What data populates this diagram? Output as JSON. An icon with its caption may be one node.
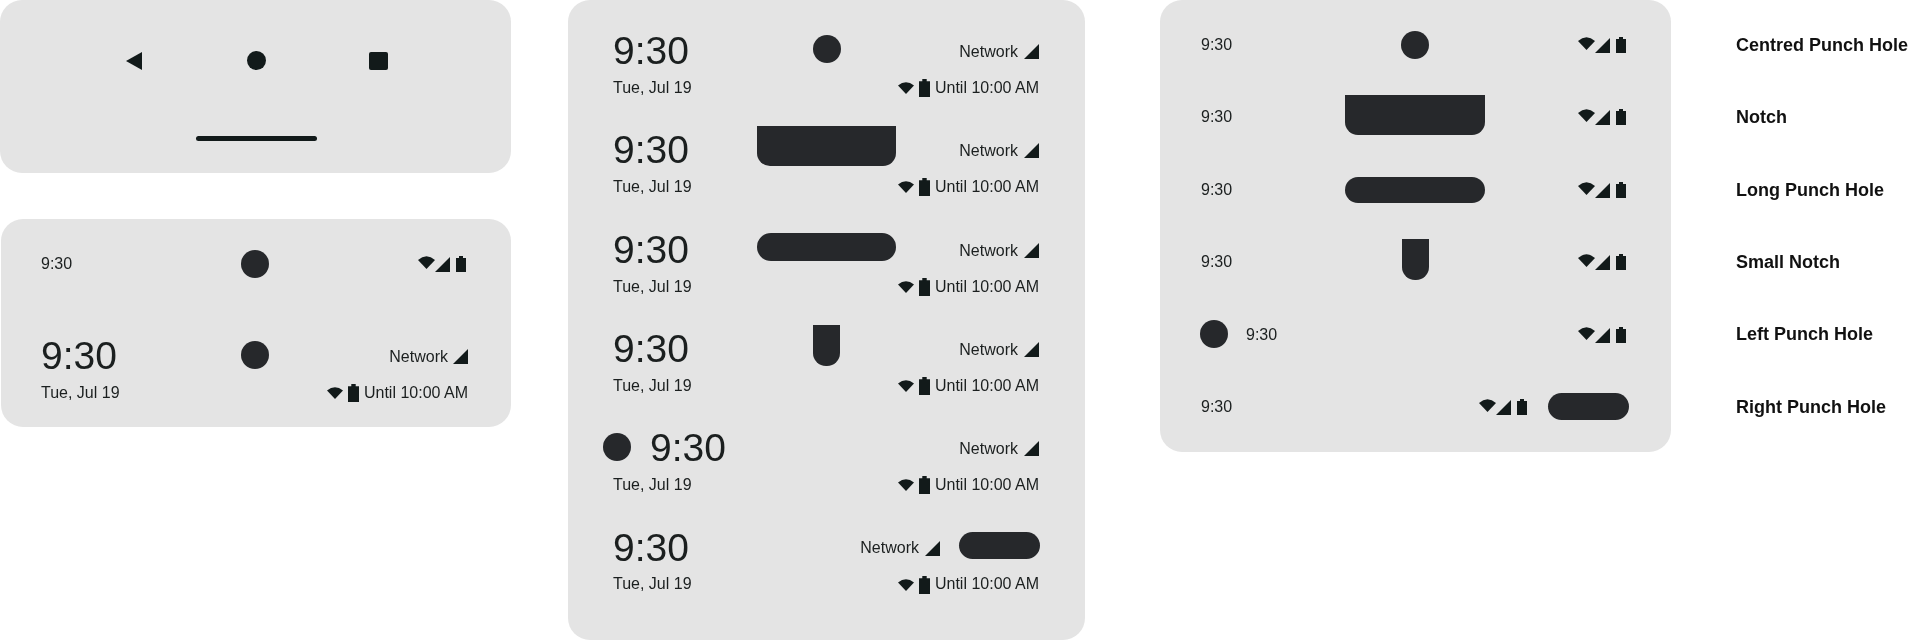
{
  "diagram": {
    "nodes": [
      {
        "text": [],
        "shape": "box"
      },
      {
        "text": [
          "9:30",
          "9:30",
          "Network",
          "Tue, Jul 19",
          "Until 10:00 AM"
        ]
      },
      {
        "text": [
          "9:30",
          "Network",
          "Tue, Jul 19",
          "Until 10:00 AM",
          "9:30",
          "Network",
          "Tue, Jul 19",
          "Until 10:00 AM",
          "9:30",
          "Network",
          "Tue, Jul 19",
          "Until 10:00 AM",
          "9:30",
          "Network",
          "Tue, Jul 19",
          "Until 10:00 AM",
          "9:30",
          "Network",
          "Tue, Jul 19",
          "Until 10:00 AM",
          "9:30",
          "Network",
          "Tue, Jul 19",
          "Until 10:00 AM"
        ]
      },
      {
        "text": [
          "9:30",
          "9:30",
          "9:30",
          "9:30",
          "9:30",
          "9:30"
        ]
      }
    ],
    "labels": [
      "Centred Punch Hole",
      "Notch",
      "Long Punch Hole",
      "Small Notch",
      "Left Punch Hole",
      "Right Punch Hole"
    ]
  }
}
